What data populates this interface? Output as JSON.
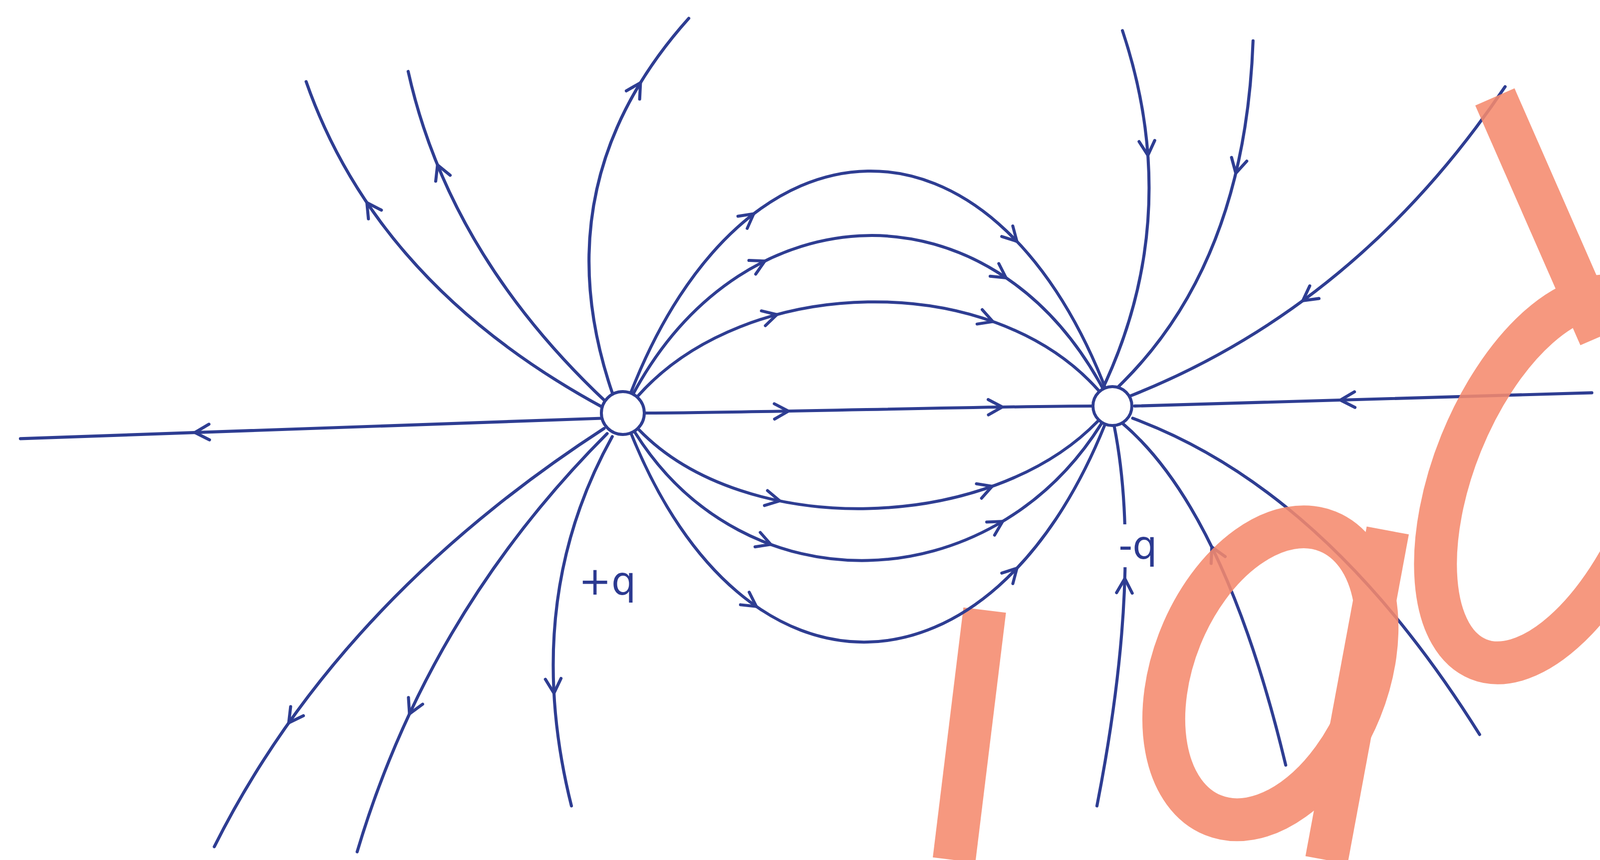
{
  "diagram": {
    "nodes": [
      {
        "text": [
          "+q"
        ]
      },
      {
        "text": [
          "-q"
        ]
      }
    ],
    "edges": [
      {
        "from": 0,
        "to": 1,
        "arrow": "to"
      },
      {
        "from": 0,
        "to": 1,
        "arrow": "to"
      },
      {
        "from": 0,
        "to": 1,
        "arrow": "to"
      },
      {
        "from": 0,
        "to": 1,
        "arrow": "to"
      },
      {
        "from": 0,
        "to": 1,
        "arrow": "to"
      },
      {
        "from": 0,
        "to": 1,
        "arrow": "to"
      },
      {
        "from": 0,
        "to": 1,
        "arrow": "to"
      }
    ]
  }
}
